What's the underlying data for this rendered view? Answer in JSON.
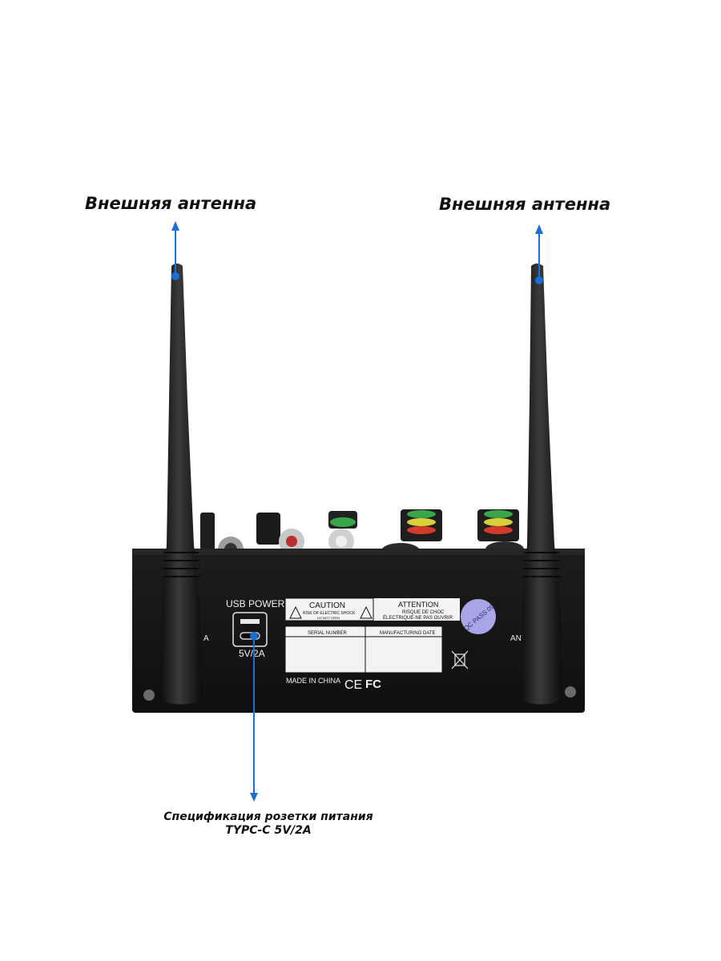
{
  "callouts": {
    "antenna_left": "Внешняя антенна",
    "antenna_right": "Внешняя антенна",
    "power_line1": "Спецификация розетки питания",
    "power_line2": "TYPC-C 5V/2A"
  },
  "device_panel": {
    "usb_power_label": "USB POWER",
    "usb_spec_label": "5V/2A",
    "caution_title": "CAUTION",
    "caution_line1": "RISK OF ELECTRIC SHOCK",
    "caution_line2": "DO NOT OPEN",
    "attention_title": "ATTENTION",
    "attention_line1": "RISQUE DE CHOC",
    "attention_line2": "ÉLECTRIQUE-NE PAS OUVRIR",
    "serial_header": "SERIAL NUMBER",
    "date_header": "MANUFACTURING DATE",
    "made_in": "MADE IN CHINA",
    "ce_mark": "CE",
    "fc_mark": "FC",
    "qc_sticker": "QC PASS 09",
    "ant_left_partial": "A",
    "ant_right_partial": "ANT"
  },
  "colors": {
    "pointer": "#1a6fd6",
    "panel": "#161616",
    "antenna": "#1b1b1b",
    "qc_sticker": "#a9a6e8",
    "knob_green": "#3aa64a",
    "knob_yellow": "#d8cf3a",
    "knob_red": "#d23a2a",
    "knob_white": "#e6e6e6"
  }
}
